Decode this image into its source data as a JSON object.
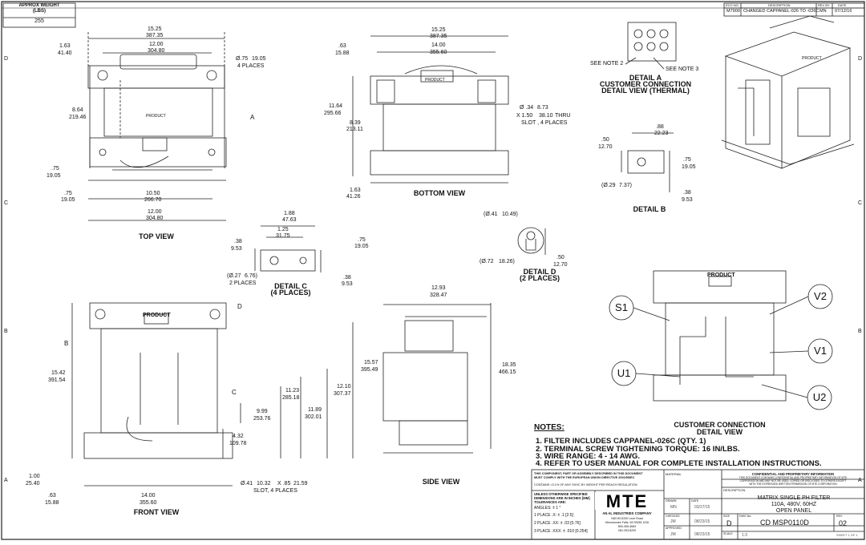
{
  "weight": {
    "label_1": "APPROX WEIGHT",
    "label_2": "(LBS)",
    "value": "255"
  },
  "revision": {
    "headers": [
      "ECO NO.",
      "DESCRIPTION",
      "REV BY",
      "DATE"
    ],
    "row": [
      "M7900",
      "CHANGED CAPPANEL-026 TO -026C",
      "MN",
      "07/12/16"
    ]
  },
  "zones": {
    "left": [
      "D",
      "C",
      "B",
      "A"
    ]
  },
  "views": {
    "top": "TOP VIEW",
    "bottom": "BOTTOM VIEW",
    "front": "FRONT VIEW",
    "side": "SIDE VIEW",
    "detail_a": [
      "DETAIL A",
      "CUSTOMER CONNECTION",
      "DETAIL VIEW (THERMAL)"
    ],
    "detail_b": "DETAIL B",
    "detail_c": [
      "DETAIL C",
      "(4 PLACES)"
    ],
    "detail_d": [
      "DETAIL D",
      "(2 PLACES)"
    ],
    "customer": [
      "CUSTOMER CONNECTION",
      "DETAIL VIEW"
    ]
  },
  "labels": {
    "product": "PRODUCT",
    "see_note_2": "SEE NOTE 2",
    "see_note_3": "SEE NOTE 3",
    "ref_a": "A",
    "ref_b": "B",
    "ref_c": "C",
    "ref_d": "D",
    "terminals": [
      "S1",
      "V2",
      "V1",
      "U1",
      "U2"
    ]
  },
  "dims_top": {
    "w1": "15.25",
    "w1m": "387.35",
    "w2": "12.00",
    "w2m": "304.80",
    "l1": "1.63",
    "l1m": "41.40",
    "hole": "Ø.75",
    "holem": "19.05",
    "hole_places": "4 PLACES",
    "h1": "8.64",
    "h1m": "219.46",
    "e1": ".75",
    "e1m": "19.05",
    "e2": ".75",
    "e2m": "19.05",
    "b1": "10.50",
    "b1m": "266.70",
    "b2": "12.00",
    "b2m": "304.80"
  },
  "dims_bottom": {
    "w1": "15.25",
    "w1m": "387.35",
    "w2": "14.00",
    "w2m": "355.60",
    "l1": ".63",
    "l1m": "15.88",
    "h1": "11.64",
    "h1m": "295.66",
    "h2": "8.39",
    "h2m": "213.11",
    "slot1": "Ø .34",
    "slot1m": "8.73",
    "slot2": "X 1.50",
    "slot2m": "38.10",
    "slot2s": "THRU",
    "slot3": "SLOT , 4 PLACES",
    "f1": "1.63",
    "f1m": "41.26"
  },
  "dims_detail_b": {
    "a": ".88",
    "am": "22.23",
    "b": ".50",
    "bm": "12.70",
    "c": ".75",
    "cm": "19.05",
    "d": "(Ø.29",
    "dm": "7.37)",
    "e": ".38",
    "em": "9.53"
  },
  "dims_detail_c": {
    "a": "1.88",
    "am": "47.63",
    "b": "1.25",
    "bm": "31.75",
    "c": ".38",
    "cm": "9.53",
    "d": ".75",
    "dm": "19.05",
    "e": "(Ø.27",
    "em": "6.76)",
    "e_places": "2 PLACES",
    "f": ".38",
    "fm": "9.53"
  },
  "dims_detail_d": {
    "a": "(Ø.41",
    "am": "10.49)",
    "b": "(Ø.72",
    "bm": "18.26)",
    "c": ".50",
    "cm": "12.70"
  },
  "dims_front": {
    "h1": "15.42",
    "h1m": "391.54",
    "h2": "15.57",
    "h2m": "395.49",
    "h3": "12.10",
    "h3m": "307.37",
    "h4": "11.89",
    "h4m": "302.01",
    "h5": "11.23",
    "h5m": "285.18",
    "h6": "9.99",
    "h6m": "253.76",
    "h7": "4.32",
    "h7m": "109.78",
    "e1": "1.00",
    "e1m": "25.40",
    "e2": ".63",
    "e2m": "15.88",
    "w1": "14.00",
    "w1m": "355.60",
    "slot": "Ø.41",
    "slotm": "10.32",
    "slot_x": "X .85",
    "slot_xm": "21.59",
    "slot_places": "SLOT, 4 PLACES"
  },
  "dims_side": {
    "w1": "12.93",
    "w1m": "328.47",
    "h1": "18.35",
    "h1m": "466.15"
  },
  "notes": {
    "title": "NOTES:",
    "items": [
      "1.  FILTER INCLUDES CAPPANEL-026C (QTY. 1)",
      "2.  TERMINAL SCREW TIGHTENING TORQUE: 16 IN/LBS.",
      "3.  WIRE RANGE: 4 - 14 AWG.",
      "4.  REFER TO USER MANUAL FOR COMPLETE INSTALLATION INSTRUCTIONS."
    ]
  },
  "title_block": {
    "disclaimer_1": "THIS COMPONENT, PART OR ASSEMBLY DESCRIBED IN THIS DOCUMENT",
    "disclaimer_2": "MUST COMPLY WITH THE EUROPEAN UNION DIRECTIVE 2002/95/EC",
    "disclaimer_3": "CONTAINS <0.1% OF ANY SVHC BY WEIGHT PER REACH REGULATION",
    "tol_1": "UNLESS OTHERWISE SPECIFIED",
    "tol_2": "DIMENSIONS ARE IN INCHES [MM]",
    "tol_3": "TOLERANCES ARE:",
    "angles": "ANGLES: ± 1 °",
    "place1": "1 PLACE .X: ± .1 [2.5]",
    "place2": "2 PLACE .XX: ± .03 [0.76]",
    "place3": "3 PLACE .XXX: ± .010 [0.254]",
    "logo": "MTE",
    "company": "AN AL INDUSTRIES COMPANY",
    "addr_1": "N83 W13330 Leon Road",
    "addr_2": "Menomonee Falls, WI 53051 USA",
    "addr_3": "800-455-4683",
    "addr_4": "262-253-8200",
    "material": "MATERIAL",
    "confidential_title": "CONFIDENTIAL AND PROPRIETARY INFORMATION",
    "confidential_1": "THIS DOCUMENT CONTAINS CONFIDENTIAL AND PROPRIETARY INFORMATION OF MTE",
    "confidential_2": "CORPORATION AND MAY NOT BE USED, COPIED OR DISCLOSED TO OTHERS EXCEPT",
    "confidential_3": "WITH THE EXPRESSED WRITTEN PERMISSION OF MTE CORPORATION",
    "description_label": "DESCRIPTION",
    "description": [
      "MATRIX SINGLE PH FILTER",
      "110A, 480V, 60HZ",
      "OPEN PANEL"
    ],
    "drawn_label": "DRAWN",
    "drawn": "MN",
    "date_label": "DATE",
    "drawn_date": "03/27/15",
    "checked_label": "CHECKED",
    "checked": "JM",
    "checked_date": "08/23/15",
    "approved_label": "APPROVED",
    "approved": "JM",
    "approved_date": "08/23/15",
    "size_label": "SIZE",
    "size": "D",
    "dwg_label": "DWG No.",
    "dwg": "CD MSP0110D",
    "rev_label": "REV",
    "rev": "02",
    "scale_label": "SCALE",
    "scale": "1:3",
    "sheet": "SHEET 1 OF 1"
  }
}
